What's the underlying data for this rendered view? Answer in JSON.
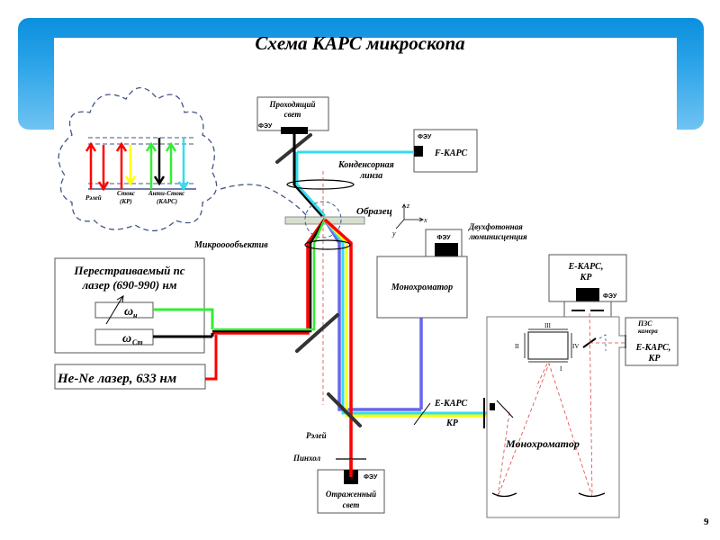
{
  "slide": {
    "title": "Схема КАРС микроскопа",
    "page_number": "9"
  },
  "energy_diagram": {
    "labels": [
      "Рэлей",
      "Стокс",
      "(КР)",
      "Анти-Стокс",
      "(КАРС)"
    ]
  },
  "boxes": {
    "transmitted": {
      "line1": "Проходящий",
      "line2": "свет",
      "pmt": "ФЭУ"
    },
    "f_cars": {
      "pmt": "ФЭУ",
      "label": "F-КАРС"
    },
    "two_photon": {
      "pmt": "ФЭУ",
      "line1": "Двухфотонная",
      "line2": "люминисценция"
    },
    "mono1": {
      "label": "Монохроматор"
    },
    "e_cars_top": {
      "line1": "E-КАРС,",
      "line2": "КР",
      "pmt": "ФЭУ"
    },
    "ccd": {
      "line1": "ПЗС",
      "line2": "камера",
      "line3": "E-КАРС,",
      "line4": "КР"
    },
    "mono2": {
      "label": "Монохроматор",
      "ports": [
        "I",
        "II",
        "III",
        "IV"
      ]
    },
    "tunable_laser": {
      "line1": "Перестраиваемый пс",
      "line2": "лазер (690-990) нм",
      "omega_p": "ω",
      "omega_p_sub": "н",
      "omega_s": "ω",
      "omega_s_sub": "Ст"
    },
    "hene": {
      "label": "He-Ne лазер, 633 нм"
    },
    "reflected": {
      "pmt": "ФЭУ",
      "line1": "Отраженный",
      "line2": "свет"
    }
  },
  "annotations": {
    "condenser": {
      "line1": "Конденсорная",
      "line2": "линза"
    },
    "sample": "Образец",
    "objective": "Микрооообъектив",
    "axes": {
      "z": "z",
      "x": "x",
      "y": "y"
    },
    "e_cars": "E-КАРС",
    "kr": "КР",
    "rayleigh": "Рэлей",
    "pinhole": "Пинхол"
  },
  "colors": {
    "banner": "#0b8fde",
    "red": "#ff0000",
    "green": "#33ee33",
    "yellow": "#ffff00",
    "cyan": "#33ddee",
    "blue": "#6666ee",
    "black": "#000000"
  }
}
